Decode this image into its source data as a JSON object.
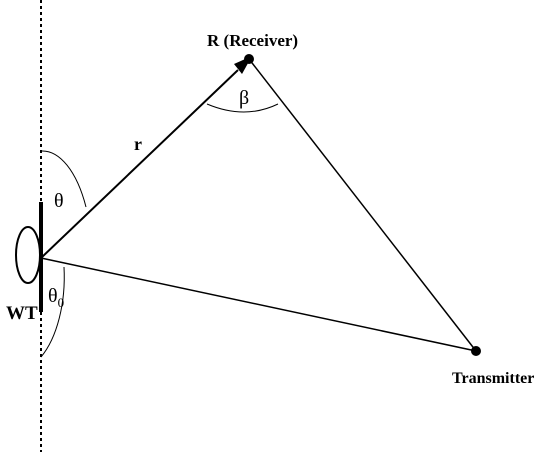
{
  "labels": {
    "receiver": "R (Receiver)",
    "transmitter": "Transmitter",
    "wt": "WT",
    "r": "r",
    "beta": "β",
    "theta": "θ",
    "theta0_base": "θ",
    "theta0_sub": "0"
  }
}
